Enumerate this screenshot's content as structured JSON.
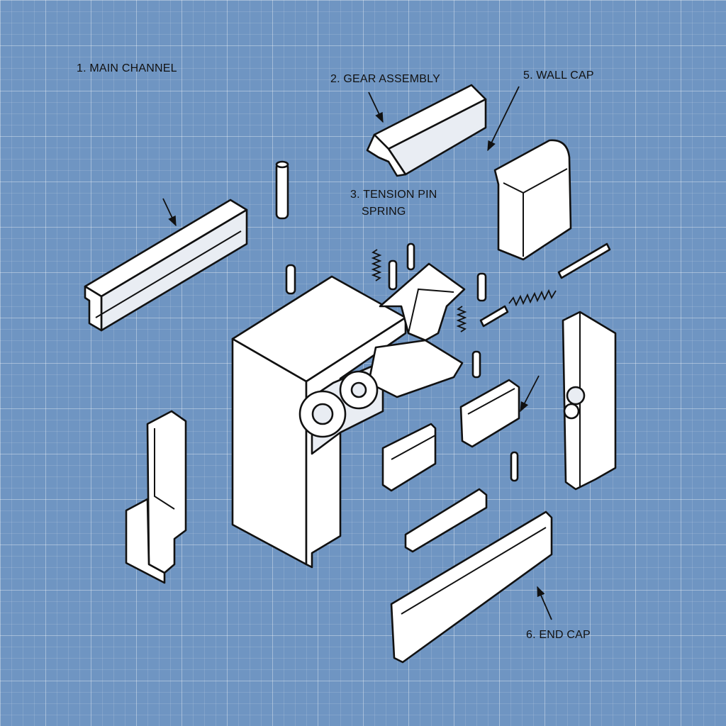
{
  "labels": {
    "main_channel": "1. MAIN CHANNEL",
    "gear_assembly": "2. GEAR ASSEMBLY",
    "tension_pin_line1": "3. TENSION PIN",
    "tension_pin_line2": "SPRING",
    "wall_cap": "5. WALL CAP",
    "end_cap": "6. END CAP"
  },
  "colors": {
    "background": "#6f95c2",
    "line": "#111111",
    "part_fill": "#ffffff"
  }
}
